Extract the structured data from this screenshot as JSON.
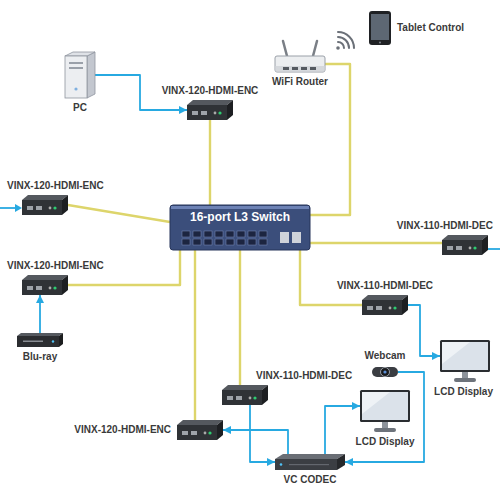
{
  "diagram": {
    "nodes": [
      {
        "text": [
          "Tablet Control"
        ]
      },
      {
        "text": [
          "WiFi Router"
        ]
      },
      {
        "text": [
          "PC"
        ]
      },
      {
        "text": [
          "VINX-120-HDMI-ENC"
        ]
      },
      {
        "text": [
          "VINX-120-HDMI-ENC"
        ]
      },
      {
        "text": [
          "16-port L3 Switch"
        ]
      },
      {
        "text": [
          "VINX-110-HDMI-DEC"
        ]
      },
      {
        "text": [
          "VINX-120-HDMI-ENC"
        ]
      },
      {
        "text": [
          "Blu-ray"
        ]
      },
      {
        "text": [
          "VINX-110-HDMI-DEC"
        ]
      },
      {
        "text": [
          "LCD Display"
        ]
      },
      {
        "text": [
          "Webcam"
        ]
      },
      {
        "text": [
          "VINX-110-HDMI-DEC"
        ]
      },
      {
        "text": [
          "VINX-120-HDMI-ENC"
        ]
      },
      {
        "text": [
          "LCD Display"
        ]
      },
      {
        "text": [
          "VC CODEC"
        ]
      }
    ],
    "edges": [
      {
        "from": 2,
        "to": 3,
        "arrow": "to"
      },
      {
        "from": 3,
        "to": 5,
        "arrow": "none"
      },
      {
        "from": 1,
        "to": 5,
        "arrow": "none"
      },
      {
        "from": 4,
        "to": 5,
        "arrow": "none"
      },
      {
        "from": 5,
        "to": 6,
        "arrow": "none"
      },
      {
        "from": 7,
        "to": 5,
        "arrow": "none"
      },
      {
        "from": 8,
        "to": 7,
        "arrow": "to"
      },
      {
        "from": 5,
        "to": 9,
        "arrow": "none"
      },
      {
        "from": 9,
        "to": 10,
        "arrow": "to"
      },
      {
        "from": 5,
        "to": 12,
        "arrow": "none"
      },
      {
        "from": 5,
        "to": 13,
        "arrow": "none"
      },
      {
        "from": 11,
        "to": 15,
        "arrow": "to"
      },
      {
        "from": 12,
        "to": 15,
        "arrow": "to"
      },
      {
        "from": 15,
        "to": 13,
        "arrow": "to"
      },
      {
        "from": 15,
        "to": 14,
        "arrow": "to"
      }
    ]
  }
}
